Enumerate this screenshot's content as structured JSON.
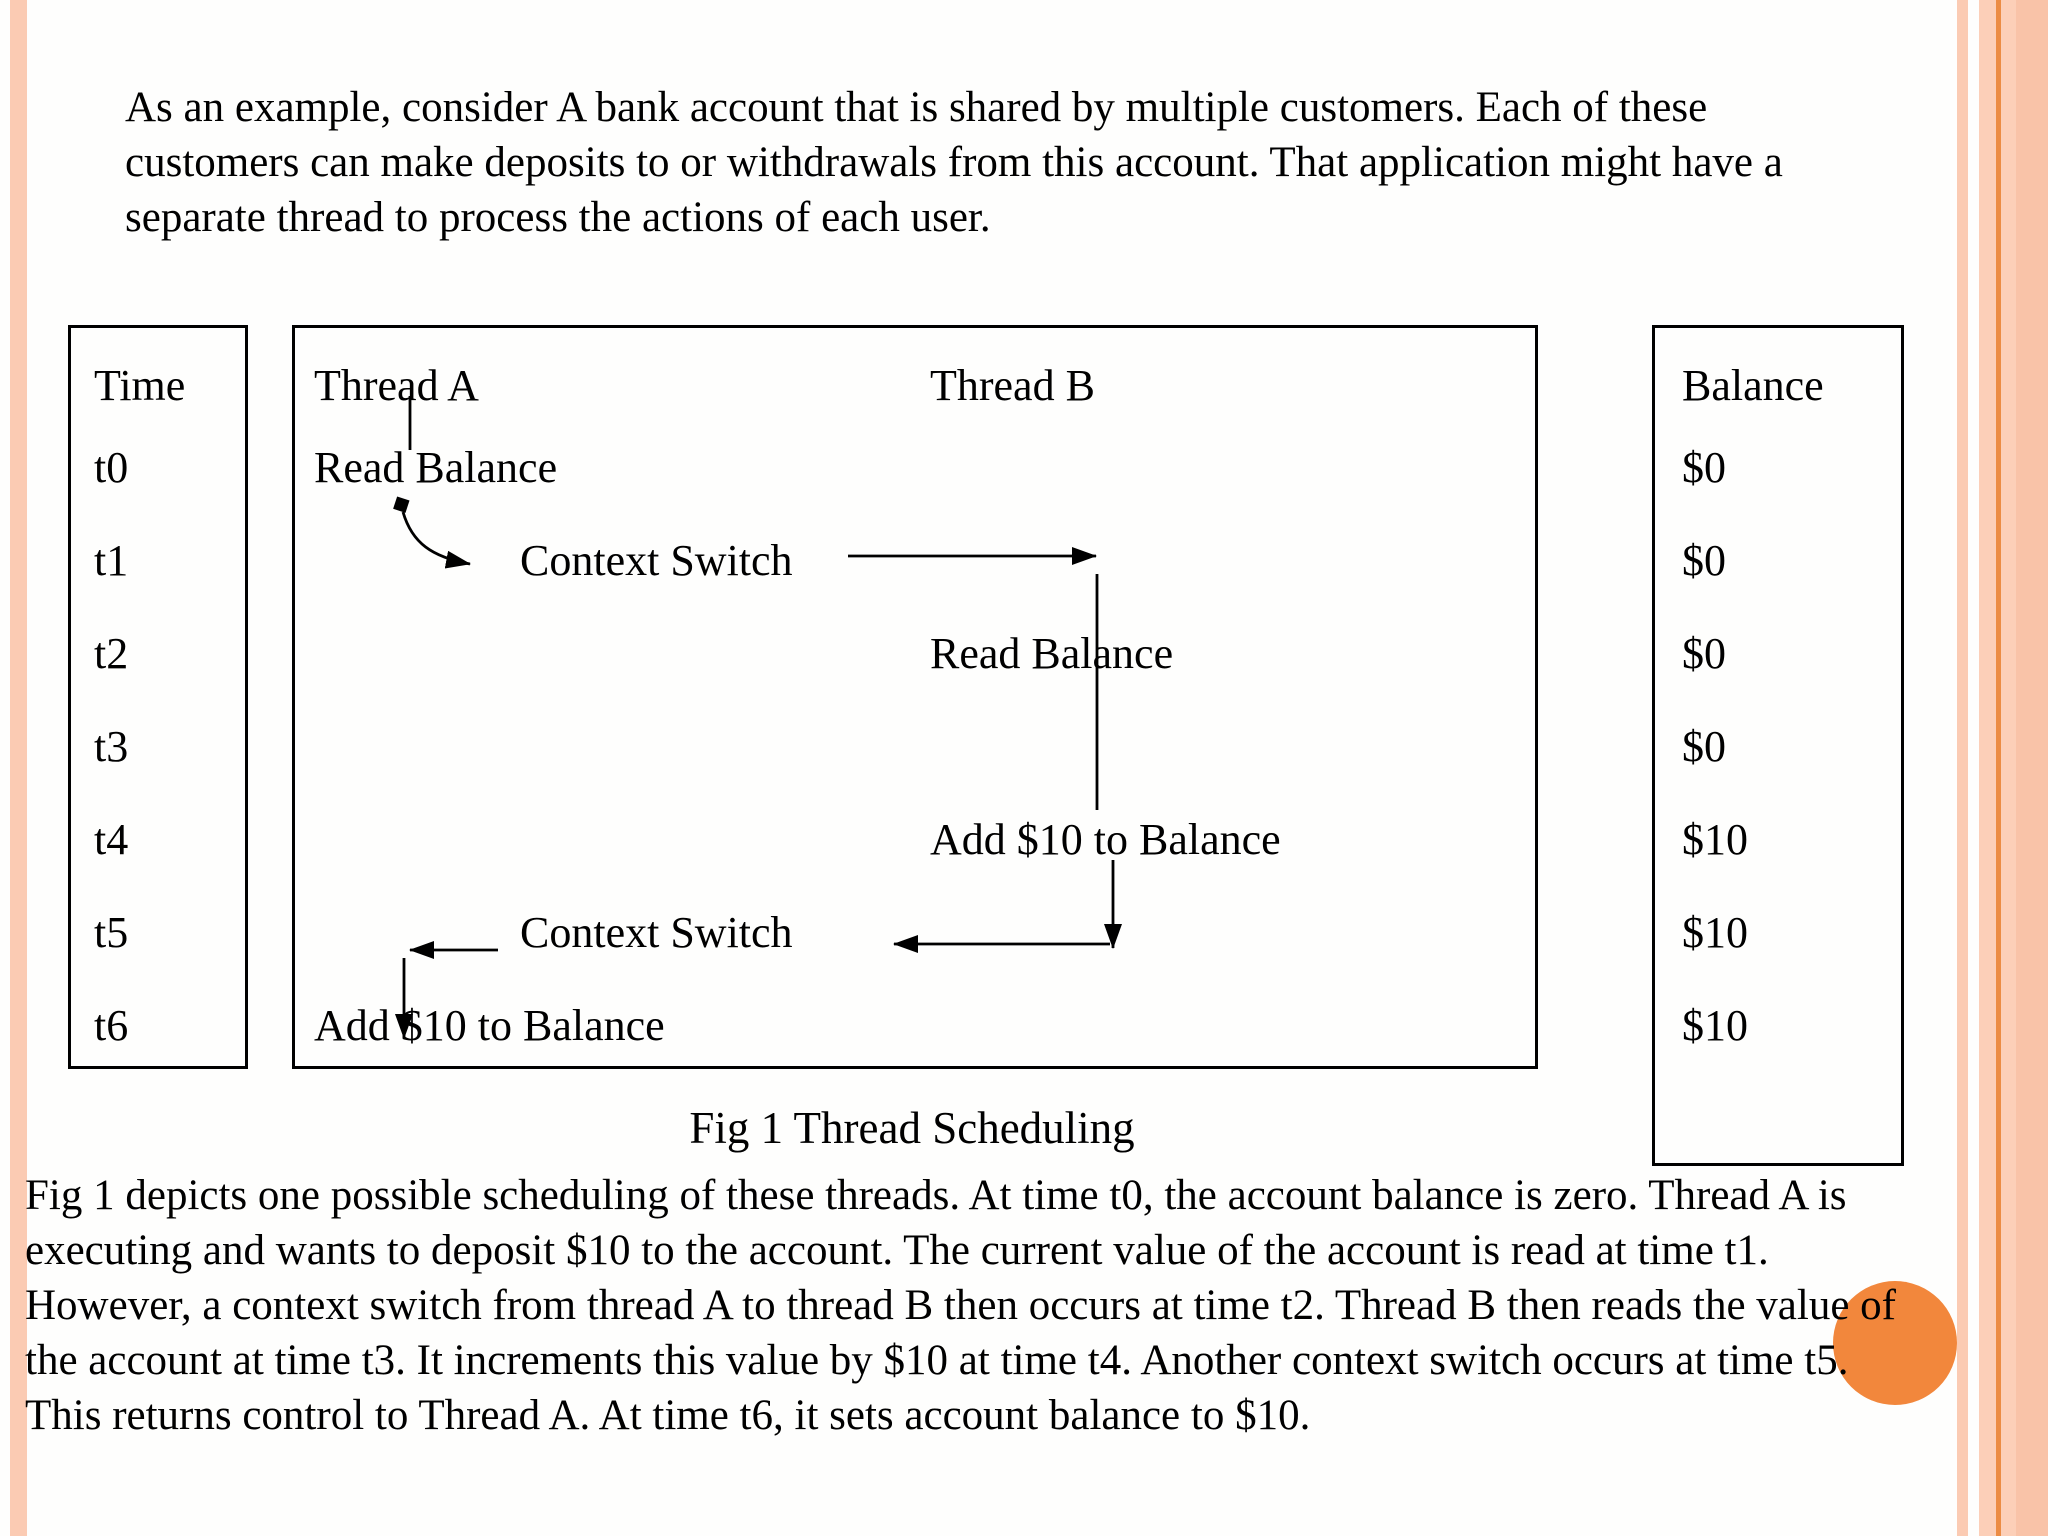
{
  "slide": {
    "intro": {
      "lines": [
        "As an example, consider A bank account that is shared by multiple customers. Each of these",
        "customers can make deposits to or withdrawals from this account. That application might have a",
        "separate thread to process the actions of each user."
      ]
    },
    "figure": {
      "time": {
        "header": "Time",
        "rows": [
          "t0",
          "t1",
          "t2",
          "t3",
          "t4",
          "t5",
          "t6"
        ]
      },
      "threads": {
        "thread_a": "Thread A",
        "thread_b": "Thread B"
      },
      "events": {
        "t0_thread_a": "Read Balance",
        "t1_context_switch": "Context Switch",
        "t2_thread_b": "Read Balance",
        "t4_thread_b": "Add $10 to Balance",
        "t5_context_switch": "Context Switch",
        "t6_thread_a": "Add $10 to Balance"
      },
      "balance": {
        "header": "Balance",
        "values": [
          "$0",
          "$0",
          "$0",
          "$0",
          "$10",
          "$10",
          "$10"
        ]
      },
      "caption": "Fig 1 Thread Scheduling"
    },
    "body": {
      "lines": [
        "Fig 1 depicts one possible scheduling of these threads. At time t0, the account balance is zero. Thread A is",
        "executing and wants to deposit $10 to the account. The current value of the account is read at time t1.",
        "However, a context switch from thread A to thread B then occurs at time t2. Thread B then reads the value of",
        "the account at time t3. It increments this value by $10 at time t4. Another context switch occurs at time t5.",
        "This returns control to Thread A. At time t6, it sets account balance to $10."
      ]
    },
    "colors": {
      "background": "#FEFEFD",
      "text": "#000000",
      "border": "#000000",
      "stripe_peach": "#FBCBB3",
      "stripe_band": "#FCCFB8",
      "stripe_band_dark": "#F9C3A8",
      "stripe_accent_line": "#EC8C44",
      "accent_circle": "#F2873C"
    }
  }
}
